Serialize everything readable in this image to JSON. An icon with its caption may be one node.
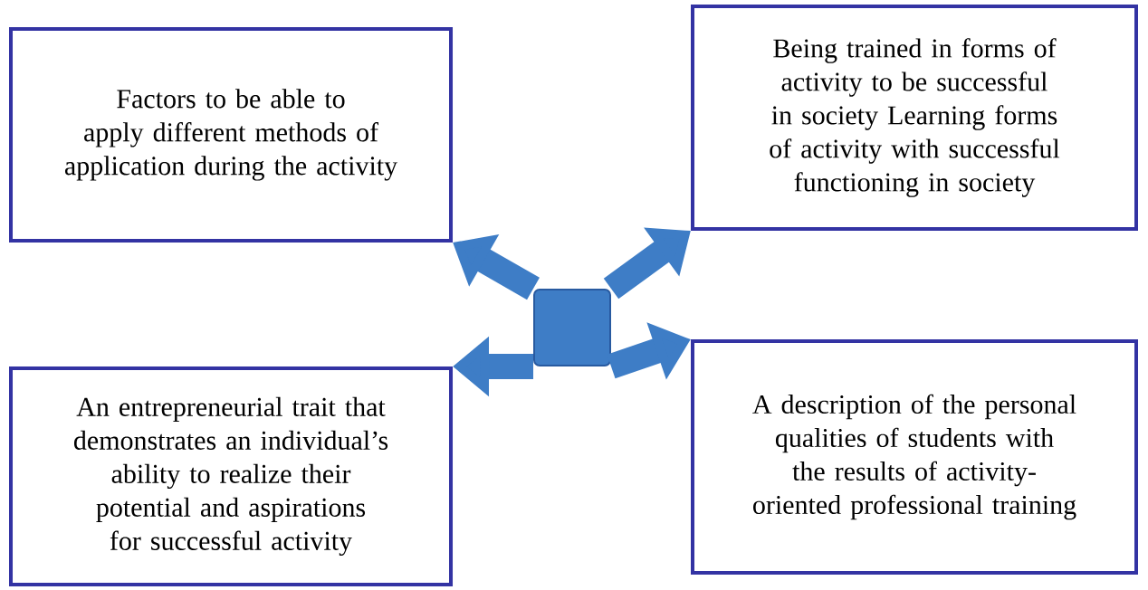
{
  "diagram": {
    "nodes": [
      {
        "text": [
          "Factors to be able to apply different methods of application during the activity"
        ]
      },
      {
        "text": [
          "Being trained in forms of activity to be successful in society Learning forms of activity with successful functioning in society"
        ]
      },
      {
        "text": [
          "An entrepreneurial trait that demonstrates an individual’s ability to realize their potential and aspirations for successful activity"
        ]
      },
      {
        "text": [
          "A description of the personal qualities of students with the results of activity-oriented professional training"
        ]
      },
      {
        "text": [],
        "shape": "box"
      }
    ],
    "edges": [
      {
        "from": 4,
        "to": 0,
        "arrow": "to"
      },
      {
        "from": 4,
        "to": 1,
        "arrow": "to"
      },
      {
        "from": 4,
        "to": 2,
        "arrow": "to"
      },
      {
        "from": 4,
        "to": 3,
        "arrow": "to"
      }
    ]
  }
}
